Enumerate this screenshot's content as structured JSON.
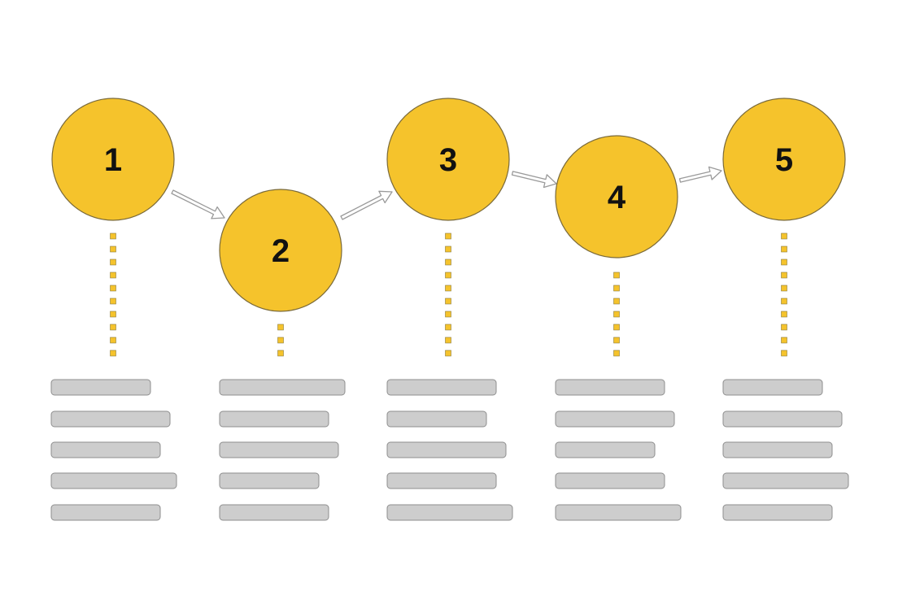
{
  "colors": {
    "circle": "#f5c32c",
    "circle_stroke": "#7a6a3a",
    "connector_dot": "#f5c32c",
    "connector_dot_stroke": "#8a7a3a",
    "placeholder_bar": "#cdcdcd",
    "placeholder_bar_stroke": "#8e8e8e",
    "arrow": "#ffffff",
    "arrow_stroke": "#9a9a9a"
  },
  "steps": [
    {
      "label": "1",
      "text_lines": 5
    },
    {
      "label": "2",
      "text_lines": 5
    },
    {
      "label": "3",
      "text_lines": 5
    },
    {
      "label": "4",
      "text_lines": 5
    },
    {
      "label": "5",
      "text_lines": 5
    }
  ]
}
